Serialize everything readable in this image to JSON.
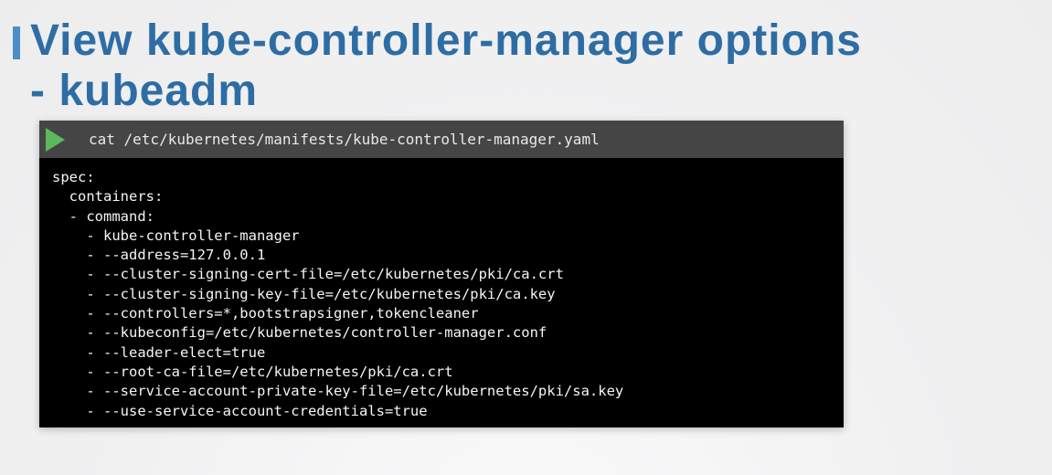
{
  "slide": {
    "title": {
      "line1": "View kube-controller-manager options",
      "line2": "- kubeadm"
    }
  },
  "terminal": {
    "command": "cat /etc/kubernetes/manifests/kube-controller-manager.yaml",
    "output_lines": [
      "spec:",
      "  containers:",
      "  - command:",
      "    - kube-controller-manager",
      "    - --address=127.0.0.1",
      "    - --cluster-signing-cert-file=/etc/kubernetes/pki/ca.crt",
      "    - --cluster-signing-key-file=/etc/kubernetes/pki/ca.key",
      "    - --controllers=*,bootstrapsigner,tokencleaner",
      "    - --kubeconfig=/etc/kubernetes/controller-manager.conf",
      "    - --leader-elect=true",
      "    - --root-ca-file=/etc/kubernetes/pki/ca.crt",
      "    - --service-account-private-key-file=/etc/kubernetes/pki/sa.key",
      "    - --use-service-account-credentials=true"
    ]
  },
  "icons": {
    "prompt": "play-triangle"
  },
  "colors": {
    "title_text": "#2e6da4",
    "accent_bar": "#4a8fc7",
    "terminal_header_bg": "#454545",
    "terminal_body_bg": "#000000",
    "terminal_text": "#f5f5f5",
    "prompt_triangle": "#5cb85c",
    "page_bg": "#f0f0f1"
  }
}
